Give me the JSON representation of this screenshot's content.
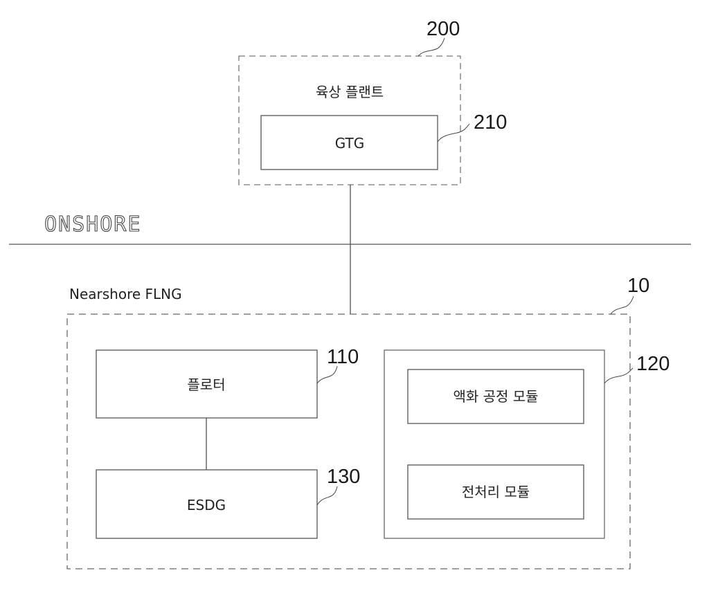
{
  "diagram": {
    "onshore_label": "ONSHORE",
    "nearshore_label": "Nearshore FLNG",
    "onshore_plant": {
      "ref": "200",
      "title": "육상 플랜트",
      "gtg": {
        "ref": "210",
        "label": "GTG"
      }
    },
    "flng": {
      "ref": "10",
      "floater": {
        "ref": "110",
        "label": "플로터"
      },
      "esdg": {
        "ref": "130",
        "label": "ESDG"
      },
      "process_group": {
        "ref": "120",
        "liquefaction": {
          "label": "액화 공정 모듈"
        },
        "pretreatment": {
          "label": "전처리 모듈"
        }
      }
    },
    "colors": {
      "stroke": "#555555",
      "dashed": "#666666",
      "text": "#222222",
      "background": "#ffffff"
    }
  }
}
